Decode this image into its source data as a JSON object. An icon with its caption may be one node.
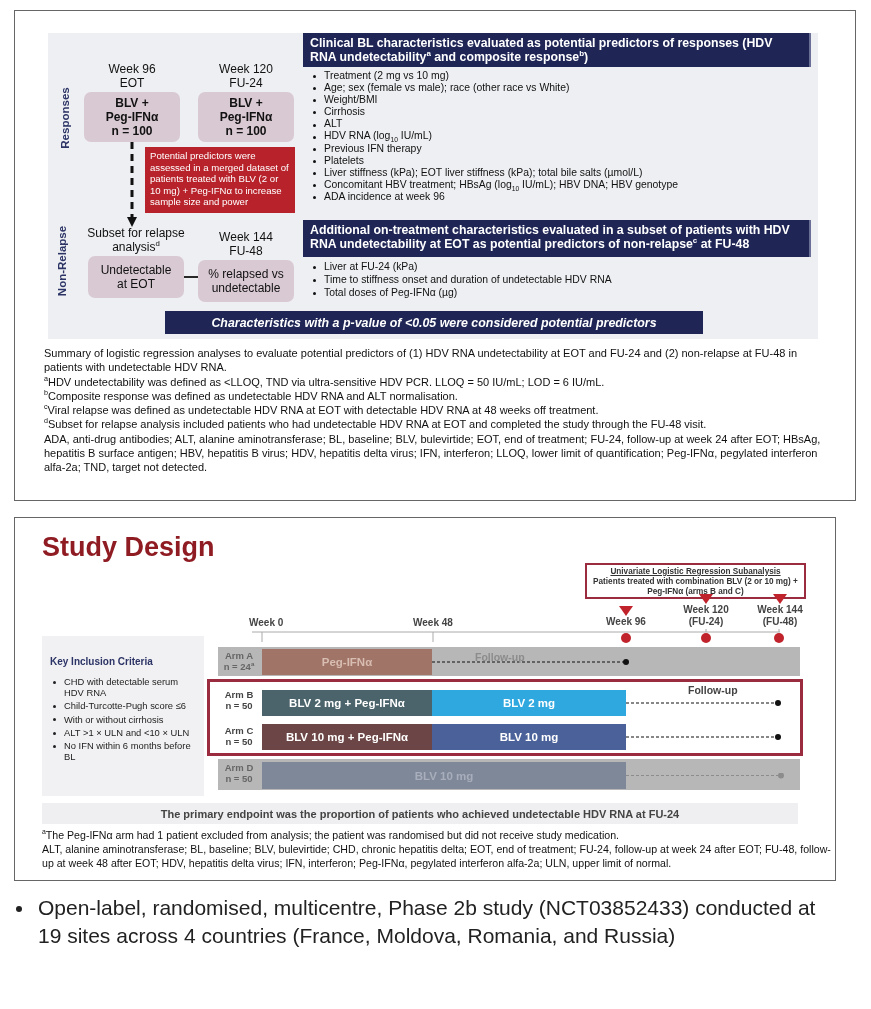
{
  "diagram": {
    "title": "Study Design",
    "nodes": [
      {
        "text": [
          "Week 96 EOT",
          "BLV + Peg-IFNα n = 100"
        ]
      },
      {
        "text": [
          "Week 120 FU-24",
          "BLV + Peg-IFNα n = 100"
        ]
      },
      {
        "text": [
          "Potential predictors were assessed in a merged dataset of patients treated with BLV (2 or 10 mg) + Peg-IFNα to increase sample size and power"
        ]
      },
      {
        "text": [
          "Subset for relapse analysis$^{d}$",
          "Undetectable at EOT"
        ]
      },
      {
        "text": [
          "Week 144 FU-48",
          "% relapsed vs undetectable"
        ]
      },
      {
        "text": [
          "Clinical BL characteristics evaluated as potential predictors of responses (HDV RNA undetectability$^{a}$ and composite response$^{b}$)"
        ]
      },
      {
        "text": [
          "Additional on-treatment characteristics evaluated in a subset of patients with HDV RNA undetectability at EOT as potential predictors of non-relapse$^{c}$ at FU-48"
        ]
      },
      {
        "text": [
          "Characteristics with a p-value of <0.05 were considered potential predictors"
        ]
      },
      {
        "text": [
          "Key Inclusion Criteria",
          "CHD with detectable serum HDV RNA",
          "Child-Turcotte-Pugh score ≤6",
          "With or without cirrhosis",
          "ALT >1 × ULN and <10 × ULN",
          "No IFN within 6 months before BL"
        ]
      },
      {
        "text": [
          "Univariate Logistic Regression Subanalysis",
          "Patients treated with combination BLV (2 or 10 mg) + Peg-IFNα (arms B and C)"
        ]
      },
      {
        "text": [
          "Week 96"
        ]
      },
      {
        "text": [
          "Week 120 (FU-24)"
        ]
      },
      {
        "text": [
          "Week 144 (FU-48)"
        ]
      },
      {
        "text": [
          "Arm A n = 24$^{a}$"
        ]
      },
      {
        "text": [
          "Peg-IFNα"
        ],
        "in": 13
      },
      {
        "text": [],
        "shape": "box"
      },
      {
        "text": [
          "BLV 2 mg + Peg-IFNα"
        ],
        "in": 15
      },
      {
        "text": [
          "BLV 2 mg"
        ],
        "in": 15
      },
      {
        "text": [
          "BLV 10 mg + Peg-IFNα"
        ],
        "in": 15
      },
      {
        "text": [
          "BLV 10 mg"
        ],
        "in": 15
      },
      {
        "text": [
          "Arm D n = 50"
        ]
      },
      {
        "text": [
          "BLV 10 mg"
        ],
        "in": 20
      },
      {
        "text": [
          "The primary endpoint was the proportion of patients who achieved undetectable HDV RNA at FU-24"
        ]
      }
    ],
    "edges": [
      {
        "from": 0,
        "to": 3,
        "arrow": "to",
        "style": "dashed"
      },
      {
        "from": 3,
        "to": 4,
        "arrow": "none"
      },
      {
        "from": 9,
        "to": 10,
        "arrow": "to",
        "color": "#c0232c"
      },
      {
        "from": 9,
        "to": 11,
        "arrow": "to",
        "color": "#c0232c"
      },
      {
        "from": 9,
        "to": 12,
        "arrow": "to",
        "color": "#c0232c"
      },
      {
        "from": 14,
        "to": null,
        "arrow": "other",
        "style": "dashed"
      },
      {
        "from": 17,
        "to": null,
        "arrow": "other",
        "style": "dashed"
      },
      {
        "from": 19,
        "to": null,
        "arrow": "other",
        "style": "dashed"
      },
      {
        "from": 21,
        "to": null,
        "arrow": "other",
        "style": "dashed",
        "color": "#8c8c8c"
      }
    ],
    "labels": [
      "Responses",
      "Non-Relapse",
      "Treatment (2 mg vs 10 mg)",
      "Age; sex (female vs male); race (other race vs White)",
      "Weight/BMI",
      "Cirrhosis",
      "ALT",
      "HDV RNA (log$_{10}$ IU/mL)",
      "Previous IFN therapy",
      "Platelets",
      "Liver stiffness (kPa); EOT liver stiffness (kPa); total bile salts (µmol/L)",
      "Concomitant HBV treatment; HBsAg (log$_{10}$ IU/mL); HBV DNA; HBV genotype",
      "ADA incidence at week 96",
      "Liver at FU-24 (kPa)",
      "Time to stiffness onset and duration of undetectable HDV RNA",
      "Total doses of Peg-IFNα (µg)",
      "Summary of logistic regression analyses to evaluate potential predictors of (1) HDV RNA undetectability at EOT and FU-24 and (2) non-relapse at FU-48 in patients with undetectable HDV RNA.",
      "$^{a}$HDV undetectability was defined as <LLOQ, TND via ultra-sensitive HDV PCR. LLOQ = 50 IU/mL; LOD = 6 IU/mL.",
      "$^{b}$Composite response was defined as undetectable HDV RNA and ALT normalisation.",
      "$^{c}$Viral relapse was defined as undetectable HDV RNA at EOT with detectable HDV RNA at 48 weeks off treatment.",
      "$^{d}$Subset for relapse analysis included patients who had undetectable HDV RNA at EOT and completed the study through the FU-48 visit.",
      "ADA, anti-drug antibodies; ALT, alanine aminotransferase; BL, baseline; BLV, bulevirtide; EOT, end of treatment; FU-24, follow-up at week 24 after EOT; HBsAg, hepatitis B surface antigen; HBV, hepatitis B virus; HDV, hepatitis delta virus; IFN, interferon; LLOQ, lower limit of quantification; Peg-IFNα, pegylated interferon alfa-2a; TND, target not detected.",
      "Week 0",
      "Week 48",
      "Follow-up",
      "Arm B n = 50",
      "Arm C n = 50",
      "Follow-up",
      "$^{a}$The Peg-IFNα arm had 1 patient excluded from analysis; the patient was randomised but did not receive study medication.",
      "ALT, alanine aminotransferase; BL, baseline; BLV, bulevirtide; CHD, chronic hepatitis delta; EOT, end of treatment; FU-24, follow-up at week 24 after EOT; FU-48, follow-up at week 48 after EOT; HDV, hepatitis delta virus; IFN, interferon; Peg-IFNα, pegylated interferon alfa-2a; ULN, upper limit of normal.",
      "Open-label, randomised, multicentre, Phase 2b study (NCT03852433) conducted at 19 sites across 4 countries (France, Moldova, Romania, and Russia)"
    ]
  }
}
